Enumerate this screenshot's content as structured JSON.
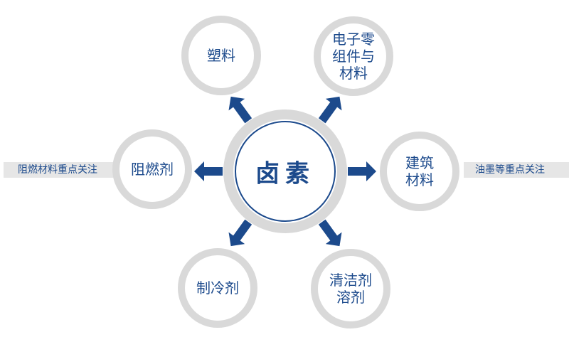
{
  "diagram": {
    "center": {
      "label": "卤素"
    },
    "nodes": [
      {
        "id": "plastics",
        "label": "塑料"
      },
      {
        "id": "electronics",
        "label": "电子零\n组件与\n材料"
      },
      {
        "id": "construction",
        "label": "建筑\n材料"
      },
      {
        "id": "cleaners",
        "label": "清洁剂\n溶剂"
      },
      {
        "id": "refrigerants",
        "label": "制冷剂"
      },
      {
        "id": "flame-retardants",
        "label": "阻燃剂"
      }
    ],
    "side_notes": {
      "left": "阻燃材料重点关注",
      "right": "油墨等重点关注"
    },
    "colors": {
      "primary": "#1c4a8c",
      "ring_gray": "#d9d9d9",
      "bar_gray": "#e6e6e6"
    }
  }
}
